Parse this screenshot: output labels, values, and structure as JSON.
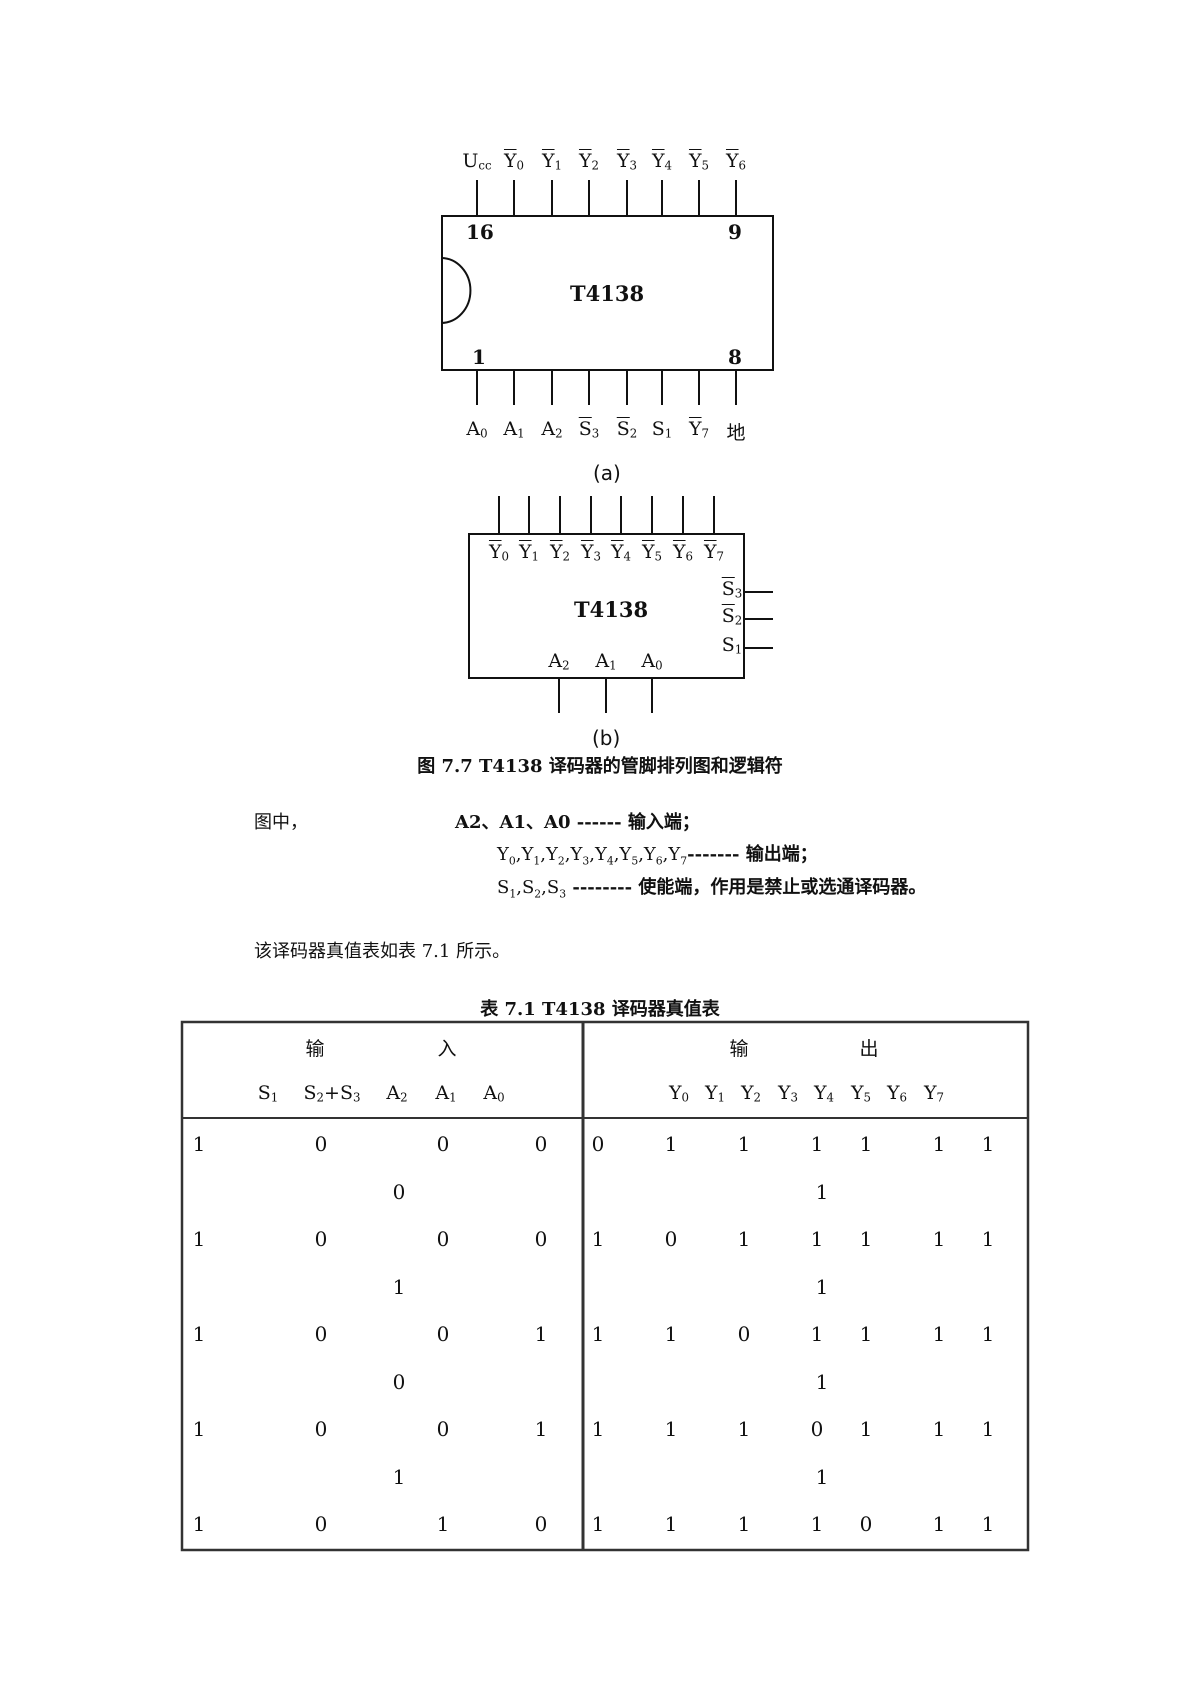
{
  "figure": {
    "diagram_a": {
      "chip_label": "T4138",
      "pin_16": "16",
      "pin_9": "9",
      "pin_1": "1",
      "pin_8": "8",
      "top_pins": [
        {
          "base": "U",
          "sub": "cc",
          "bar": false
        },
        {
          "base": "Y",
          "sub": "0",
          "bar": true
        },
        {
          "base": "Y",
          "sub": "1",
          "bar": true
        },
        {
          "base": "Y",
          "sub": "2",
          "bar": true
        },
        {
          "base": "Y",
          "sub": "3",
          "bar": true
        },
        {
          "base": "Y",
          "sub": "4",
          "bar": true
        },
        {
          "base": "Y",
          "sub": "5",
          "bar": true
        },
        {
          "base": "Y",
          "sub": "6",
          "bar": true
        }
      ],
      "bottom_pins": [
        {
          "base": "A",
          "sub": "0",
          "bar": false
        },
        {
          "base": "A",
          "sub": "1",
          "bar": false
        },
        {
          "base": "A",
          "sub": "2",
          "bar": false
        },
        {
          "base": "S",
          "sub": "3",
          "bar": true
        },
        {
          "base": "S",
          "sub": "2",
          "bar": true
        },
        {
          "base": "S",
          "sub": "1",
          "bar": false
        },
        {
          "base": "Y",
          "sub": "7",
          "bar": true
        },
        {
          "base": "地",
          "sub": "",
          "bar": false
        }
      ],
      "label": "(a)"
    },
    "diagram_b": {
      "chip_label": "T4138",
      "outputs": [
        {
          "base": "Y",
          "sub": "0"
        },
        {
          "base": "Y",
          "sub": "1"
        },
        {
          "base": "Y",
          "sub": "2"
        },
        {
          "base": "Y",
          "sub": "3"
        },
        {
          "base": "Y",
          "sub": "4"
        },
        {
          "base": "Y",
          "sub": "5"
        },
        {
          "base": "Y",
          "sub": "6"
        },
        {
          "base": "Y",
          "sub": "7"
        }
      ],
      "enables": [
        {
          "base": "S",
          "sub": "3",
          "bar": true
        },
        {
          "base": "S",
          "sub": "2",
          "bar": true
        },
        {
          "base": "S",
          "sub": "1",
          "bar": false
        }
      ],
      "inputs": [
        {
          "base": "A",
          "sub": "2"
        },
        {
          "base": "A",
          "sub": "1"
        },
        {
          "base": "A",
          "sub": "0"
        }
      ],
      "label": "(b)"
    },
    "caption": "图 7.7 T4138 译码器的管脚排列图和逻辑符"
  },
  "legend": {
    "intro": "图中，",
    "inputs_line": "A2、A1、A0 ------ 输入端；",
    "outputs_prefix": [
      "Y",
      "0",
      ",Y",
      "1",
      ",Y",
      "2",
      ",Y",
      "3",
      ",Y",
      "4",
      ",Y",
      "5",
      ",Y",
      "6",
      ",Y",
      "7"
    ],
    "outputs_suffix": "------- 输出端；",
    "enable_prefix": [
      "S",
      "1",
      ",S",
      "2",
      ",S",
      "3"
    ],
    "enable_suffix": " -------- 使能端，作用是禁止或选通译码器。"
  },
  "intro_sentence": "该译码器真值表如表 7.1 所示。",
  "table": {
    "title": "表 7.1 T4138 译码器真值表",
    "input_group": [
      "输",
      "入"
    ],
    "output_group": [
      "输",
      "出"
    ],
    "input_headers": [
      {
        "base": "S",
        "sub": "1"
      },
      {
        "base": "S",
        "sub": "2",
        "extra": "+S",
        "sub2": "3"
      },
      {
        "base": "A",
        "sub": "2"
      },
      {
        "base": "A",
        "sub": "1"
      },
      {
        "base": "A",
        "sub": "0"
      }
    ],
    "output_headers": [
      {
        "base": "Y",
        "sub": "0"
      },
      {
        "base": "Y",
        "sub": "1"
      },
      {
        "base": "Y",
        "sub": "2"
      },
      {
        "base": "Y",
        "sub": "3"
      },
      {
        "base": "Y",
        "sub": "4"
      },
      {
        "base": "Y",
        "sub": "5"
      },
      {
        "base": "Y",
        "sub": "6"
      },
      {
        "base": "Y",
        "sub": "7"
      }
    ],
    "rows": [
      {
        "main": [
          "1",
          "0",
          "0",
          "0",
          "0",
          "1",
          "1",
          "1",
          "1",
          "1",
          "1"
        ],
        "sub": [
          "0",
          "1"
        ]
      },
      {
        "main": [
          "1",
          "0",
          "0",
          "0",
          "1",
          "0",
          "1",
          "1",
          "1",
          "1",
          "1"
        ],
        "sub": [
          "1",
          "1"
        ]
      },
      {
        "main": [
          "1",
          "0",
          "0",
          "1",
          "1",
          "1",
          "0",
          "1",
          "1",
          "1",
          "1"
        ],
        "sub": [
          "0",
          "1"
        ]
      },
      {
        "main": [
          "1",
          "0",
          "0",
          "1",
          "1",
          "1",
          "1",
          "0",
          "1",
          "1",
          "1"
        ],
        "sub": [
          "1",
          "1"
        ]
      },
      {
        "main": [
          "1",
          "0",
          "1",
          "0",
          "1",
          "1",
          "1",
          "1",
          "0",
          "1",
          "1"
        ],
        "sub": []
      }
    ]
  }
}
